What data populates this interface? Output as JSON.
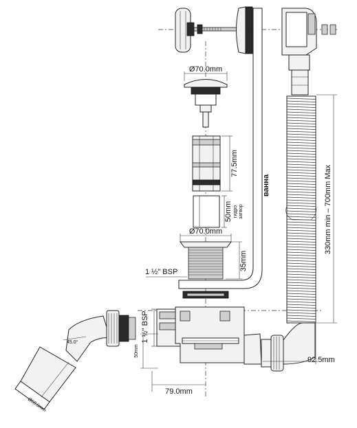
{
  "dims": {
    "cap_diameter": "Ø70.0mm",
    "strainer_height": "77.5mm",
    "water_seal": "50mm",
    "water_seal_word1": "гидро",
    "water_seal_word2": "затвор",
    "flange_diameter": "Ø70.0mm",
    "flange_height": "35mm",
    "bsp_top": "1 ½\" BSP",
    "bsp_side": "1 ½\" BSP",
    "trap_height": "50mm",
    "trap_offset": "79.0mm",
    "angle": "45.0°",
    "outlet_diameter": "Ø50.0mm",
    "hose_length": "330mm min – 700mm Max",
    "overflow_offset": "92.5mm"
  },
  "labels": {
    "bath": "ванна"
  }
}
